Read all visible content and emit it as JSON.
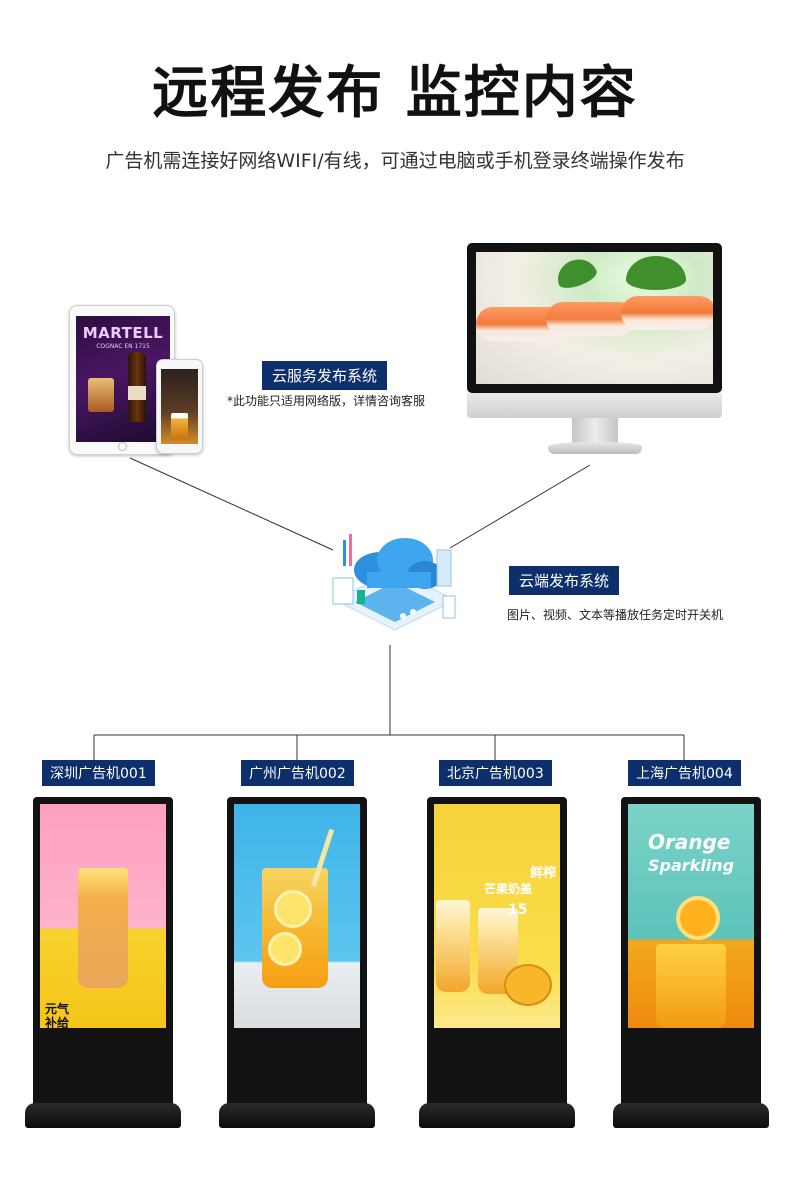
{
  "header": {
    "title": "远程发布 监控内容",
    "subtitle": "广告机需连接好网络WIFI/有线，可通过电脑或手机登录终端操作发布"
  },
  "cloud_service": {
    "label": "云服务发布系统",
    "note": "*此功能只适用网络版，详情咨询客服"
  },
  "cloud_terminal": {
    "label": "云端发布系统",
    "note": "图片、视频、文本等播放任务定时开关机"
  },
  "tablet": {
    "brand": "MARTELL",
    "tagline": "COGNAC EN 1715"
  },
  "kiosks": [
    {
      "label": "深圳广告机001",
      "ad_text_1": "元气",
      "ad_text_2": "补给"
    },
    {
      "label": "广州广告机002"
    },
    {
      "label": "北京广告机003",
      "ad_text_1": "鲜榨",
      "ad_text_2": "芒果奶盖",
      "ad_text_3": "15"
    },
    {
      "label": "上海广告机004",
      "ad_text_1": "Orange",
      "ad_text_2": "Sparkling"
    }
  ],
  "colors": {
    "label_bg": "#0d2f6b",
    "label_text": "#ffffff"
  },
  "icons": {
    "hub": "cloud-server-icon"
  }
}
